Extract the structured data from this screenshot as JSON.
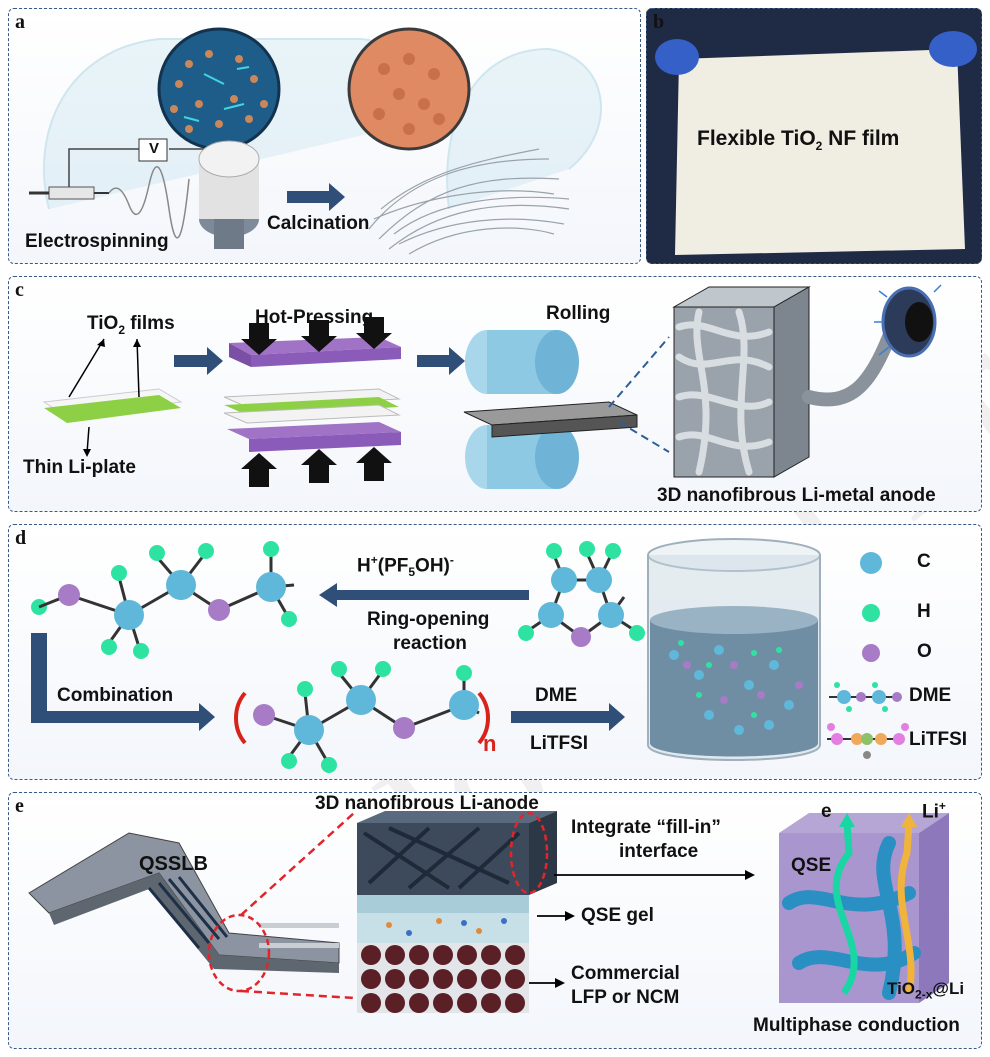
{
  "watermark": "Journal Pre-proof",
  "panel_a": {
    "label": "a",
    "voltage_symbol": "V",
    "electrospinning": "Electrospinning",
    "calcination": "Calcination"
  },
  "panel_b": {
    "label": "b",
    "film_text": "Flexible TiO",
    "film_sub": "2",
    "film_tail": " NF film"
  },
  "panel_c": {
    "label": "c",
    "tio2_films": "TiO",
    "tio2_sub": "2",
    "tio2_tail": " films",
    "thin_li_plate": "Thin Li-plate",
    "hot_pressing": "Hot-Pressing",
    "rolling": "Rolling",
    "anode_caption": "3D nanofibrous Li-metal anode"
  },
  "panel_d": {
    "label": "d",
    "catalyst_pre": "H",
    "catalyst_sup1": "+",
    "catalyst_mid": "(PF",
    "catalyst_sub": "5",
    "catalyst_tail": "OH)",
    "catalyst_sup2": "-",
    "ring_opening_1": "Ring-opening",
    "ring_opening_2": "reaction",
    "combination": "Combination",
    "polymer_n": "n",
    "dme": "DME",
    "litfsi": "LiTFSI",
    "legend": {
      "c": "C",
      "h": "H",
      "o": "O",
      "dme": "DME",
      "litfsi": "LiTFSI"
    },
    "colors": {
      "carbon": "#5fb8da",
      "hydrogen": "#2ee3a2",
      "oxygen": "#a77bc6",
      "bracket": "#d8231b"
    }
  },
  "panel_e": {
    "label": "e",
    "qsslb": "QSSLB",
    "li_anode": "3D nanofibrous Li-anode",
    "integrate_1": "Integrate “fill-in”",
    "integrate_2": "interface",
    "qse_gel": "QSE gel",
    "commercial_1": "Commercial",
    "commercial_2": "LFP or NCM",
    "qse": "QSE",
    "e_symbol": "e",
    "li_plus": "Li",
    "li_sup": "+",
    "tio2x_pre": "TiO",
    "tio2x_sub": "2-x",
    "tio2x_tail": "@Li",
    "multiphase": "Multiphase conduction"
  }
}
